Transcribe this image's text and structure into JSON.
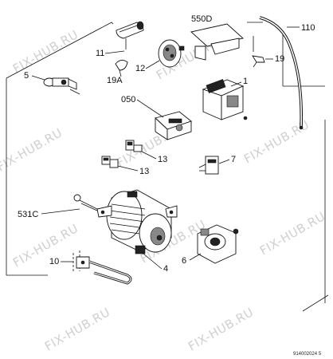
{
  "watermark": "FIX-HUB.RU",
  "reference_code": "914002024 5",
  "labels": {
    "p550d": "550D",
    "p110": "110",
    "p11": "11",
    "p12": "12",
    "p19": "19",
    "p5": "5",
    "p19a": "19A",
    "p1": "1",
    "p050": "050",
    "p13a": "13",
    "p13b": "13",
    "p7": "7",
    "p531c": "531C",
    "p6": "6",
    "p10": "10",
    "p4": "4"
  }
}
